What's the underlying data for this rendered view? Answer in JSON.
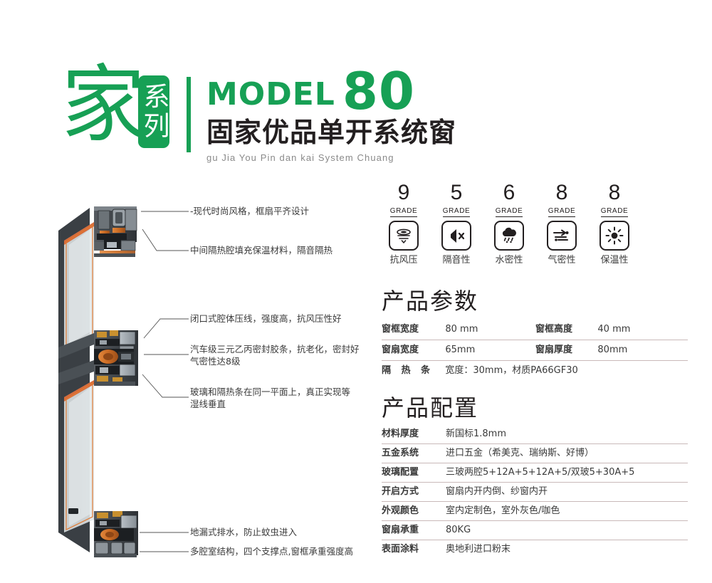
{
  "header": {
    "logo_char": "家",
    "logo_series": "系列",
    "model_word": "MODEL",
    "model_number": "80",
    "title_cn": "固家优品单开系统窗",
    "title_pinyin": "gu Jia You Pin dan kai System Chuang",
    "brand_green": "#17a055"
  },
  "grades": [
    {
      "number": "9",
      "word": "GRADE",
      "label": "抗风压",
      "icon": "wind-pressure-icon"
    },
    {
      "number": "5",
      "word": "GRADE",
      "label": "隔音性",
      "icon": "sound-insulation-icon"
    },
    {
      "number": "6",
      "word": "GRADE",
      "label": "水密性",
      "icon": "water-tightness-icon"
    },
    {
      "number": "8",
      "word": "GRADE",
      "label": "气密性",
      "icon": "air-tightness-icon"
    },
    {
      "number": "8",
      "word": "GRADE",
      "label": "保温性",
      "icon": "thermal-insulation-icon"
    }
  ],
  "parameters": {
    "heading": "产品参数",
    "rows": [
      {
        "k1": "窗框宽度",
        "v1": "80 mm",
        "k2": "窗框高度",
        "v2": "40 mm"
      },
      {
        "k1": "窗扇宽度",
        "v1": "65mm",
        "k2": "窗扇厚度",
        "v2": "80mm"
      },
      {
        "k1": "隔 热 条",
        "v1": "宽度：30mm，材质PA66GF30",
        "k2": "",
        "v2": ""
      }
    ]
  },
  "configuration": {
    "heading": "产品配置",
    "rows": [
      {
        "key": "材料厚度",
        "value": "新国标1.8mm"
      },
      {
        "key": "五金系统",
        "value": "进口五金（希美克、瑞纳斯、好博）"
      },
      {
        "key": "玻璃配置",
        "value": "三玻两腔5+12A+5+12A+5/双玻5+30A+5"
      },
      {
        "key": "开启方式",
        "value": "窗扇内开内倒、纱窗内开"
      },
      {
        "key": "外观颜色",
        "value": "室内定制色，室外灰色/咖色"
      },
      {
        "key": "窗扇承重",
        "value": "80KG"
      },
      {
        "key": "表面涂料",
        "value": "奥地利进口粉末"
      }
    ]
  },
  "callouts": [
    {
      "id": "callout-1",
      "text": "-现代时尚风格，框扇平齐设计"
    },
    {
      "id": "callout-2",
      "text": "中间隔热腔填充保温材料，隔音隔热"
    },
    {
      "id": "callout-3",
      "text": "闭口式腔体压线，强度高，抗风压性好"
    },
    {
      "id": "callout-4",
      "text": "汽车级三元乙丙密封胶条，抗老化，密封好\n气密性达8级"
    },
    {
      "id": "callout-5",
      "text": "玻璃和隔热条在同一平面上，真正实现等\n湿线垂直"
    },
    {
      "id": "callout-6",
      "text": "地漏式排水，防止蚊虫进入"
    },
    {
      "id": "callout-7",
      "text": "多腔室结构，四个支撑点,窗框承重强度高"
    }
  ]
}
